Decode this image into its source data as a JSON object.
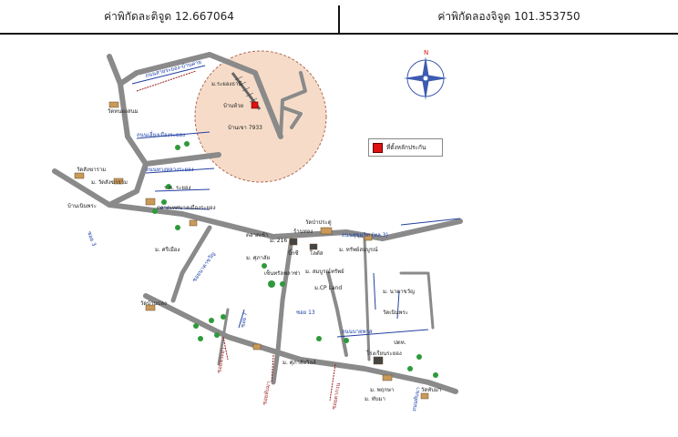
{
  "header": {
    "latitude": "ค่าพิกัดละติจูด 12.667064",
    "longitude": "ค่าพิกัดลองจิจูด 101.353750"
  },
  "legend": {
    "label": "ที่ตั้งหลักประกัน",
    "swatch_color": "#dd1111"
  },
  "compass": {
    "north": "N"
  },
  "labels": {
    "wat_nong_sanom": "วัดหนองสนม",
    "road_rayong": "ถนนสายระยอง-บ้านค่าย",
    "road_rc": "ถนนเลี่ยงเมืองระยอง",
    "road_1": "ถนนทางหลวงระยอง",
    "wat_sangkhom": "วัดสังฆาราม",
    "moo_wat": "ม. วัดสังฆาราม",
    "hospital": "ร.พ. ระยอง",
    "market": "ตลาดเทศบาลเมืองระยอง",
    "ban_noen_phra": "บ้านเนินพระ",
    "soi_a": "ซอย 3",
    "soi_b": "ซอยพระยา",
    "ban_huai": "บ้านห้วย",
    "village_1": "ม.ระยองธานี",
    "ban_khao": "บ้านเขา 7933",
    "soi_c": "ซอย 7",
    "road_sukhumvit": "ถนนสุขุมวิท (ทล.3)",
    "wat_pa": "วัดป่าประดู่",
    "market_2": "ตลาดเช้า",
    "moo_2": "ม. 216",
    "shop": "ร้านทอง",
    "village_2": "ม. ศรีเมือง",
    "village_3": "ม. ศุภาลัย",
    "bigc": "บิ๊กซี",
    "lotus": "โลตัส",
    "village_4": "ม. ทรัพย์สมบูรณ์",
    "village_5": "ม. สมบูรณ์ทรัพย์",
    "soi_d": "ซอยนาตาขวัญ",
    "village_6": "ม. นาตาขวัญ",
    "central": "เซ็นทรัลพลาซ่า",
    "cp_land": "ม.CP Land",
    "soi_e": "ซอย 13",
    "road_main": "ถนนบายพาส",
    "ptt": "ปตท.",
    "wat_ban_plong": "วัดบ้านปลง",
    "school": "โรงเรียนระยอง",
    "village_7": "ม. ศุภาลัยวิลล์",
    "village_8": "ม. พฤกษา",
    "soi_f": "ซอยทับมา",
    "soi_g": "ซอยตากวน",
    "road_tabma": "ถนนทับมา",
    "wat_tabma": "วัดทับมา",
    "village_9": "ม. ทับมา",
    "temple_right": "วัดเนินพระ"
  }
}
